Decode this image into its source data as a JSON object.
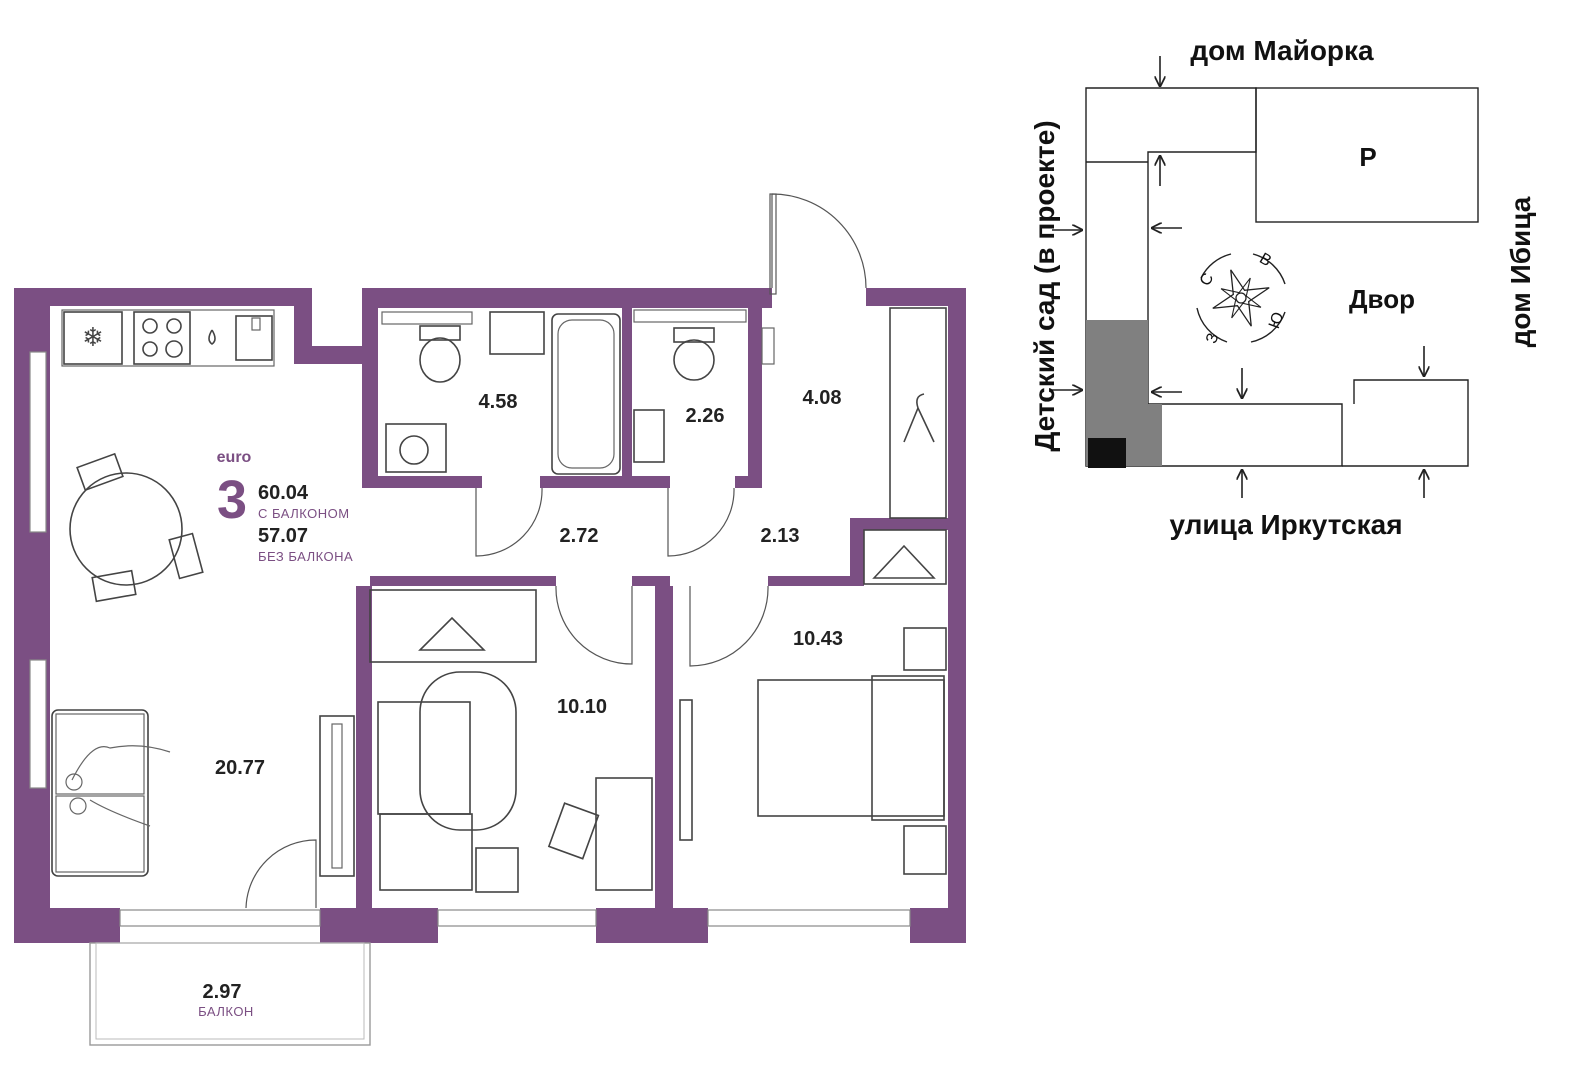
{
  "apartment": {
    "type_label": "euro",
    "rooms": "3",
    "area_with_balcony": "60.04",
    "with_balcony_label": "С БАЛКОНОМ",
    "area_without_balcony": "57.07",
    "without_balcony_label": "БЕЗ БАЛКОНА"
  },
  "rooms": {
    "living": "20.77",
    "bath1": "4.58",
    "bath2": "2.26",
    "hall_entry": "4.08",
    "corridor1": "2.72",
    "corridor2": "2.13",
    "bedroom1": "10.10",
    "bedroom2": "10.43",
    "balcony": "2.97",
    "balcony_label": "БАЛКОН"
  },
  "site_map": {
    "north_label": "дом Майорка",
    "west_label": "Детский сад (в проекте)",
    "east_label": "дом Ибица",
    "south_label": "улица Иркутская",
    "yard_label": "Двор",
    "parking_label": "Р",
    "compass": {
      "n": "С",
      "e": "В",
      "s": "Ю",
      "w": "З"
    }
  },
  "colors": {
    "wall": "#7b4f83",
    "accent": "#7b4f83",
    "highlight_block": "#808080"
  }
}
